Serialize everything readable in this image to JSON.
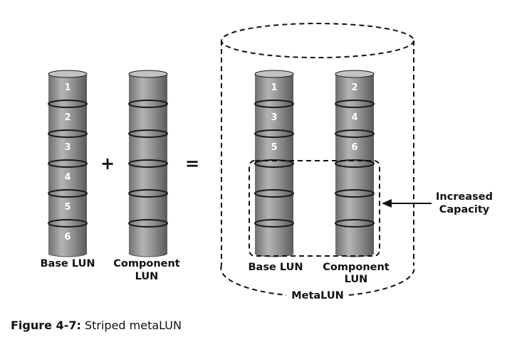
{
  "diagram": {
    "plus": "+",
    "equals": "=",
    "base_lun": {
      "label": "Base LUN",
      "segments": [
        "1",
        "2",
        "3",
        "4",
        "5",
        "6"
      ]
    },
    "component_lun": {
      "label_line1": "Component",
      "label_line2": "LUN",
      "segments": [
        "",
        "",
        "",
        "",
        "",
        ""
      ]
    },
    "meta_base": {
      "label": "Base LUN",
      "segments": [
        "1",
        "3",
        "5",
        "",
        "",
        ""
      ]
    },
    "meta_component": {
      "label_line1": "Component",
      "label_line2": "LUN",
      "segments": [
        "2",
        "4",
        "6",
        "",
        "",
        ""
      ]
    },
    "metalun_label": "MetaLUN",
    "increased_line1": "Increased",
    "increased_line2": "Capacity"
  },
  "caption": {
    "figure": "Figure 4-7:",
    "text": "Striped metaLUN"
  }
}
